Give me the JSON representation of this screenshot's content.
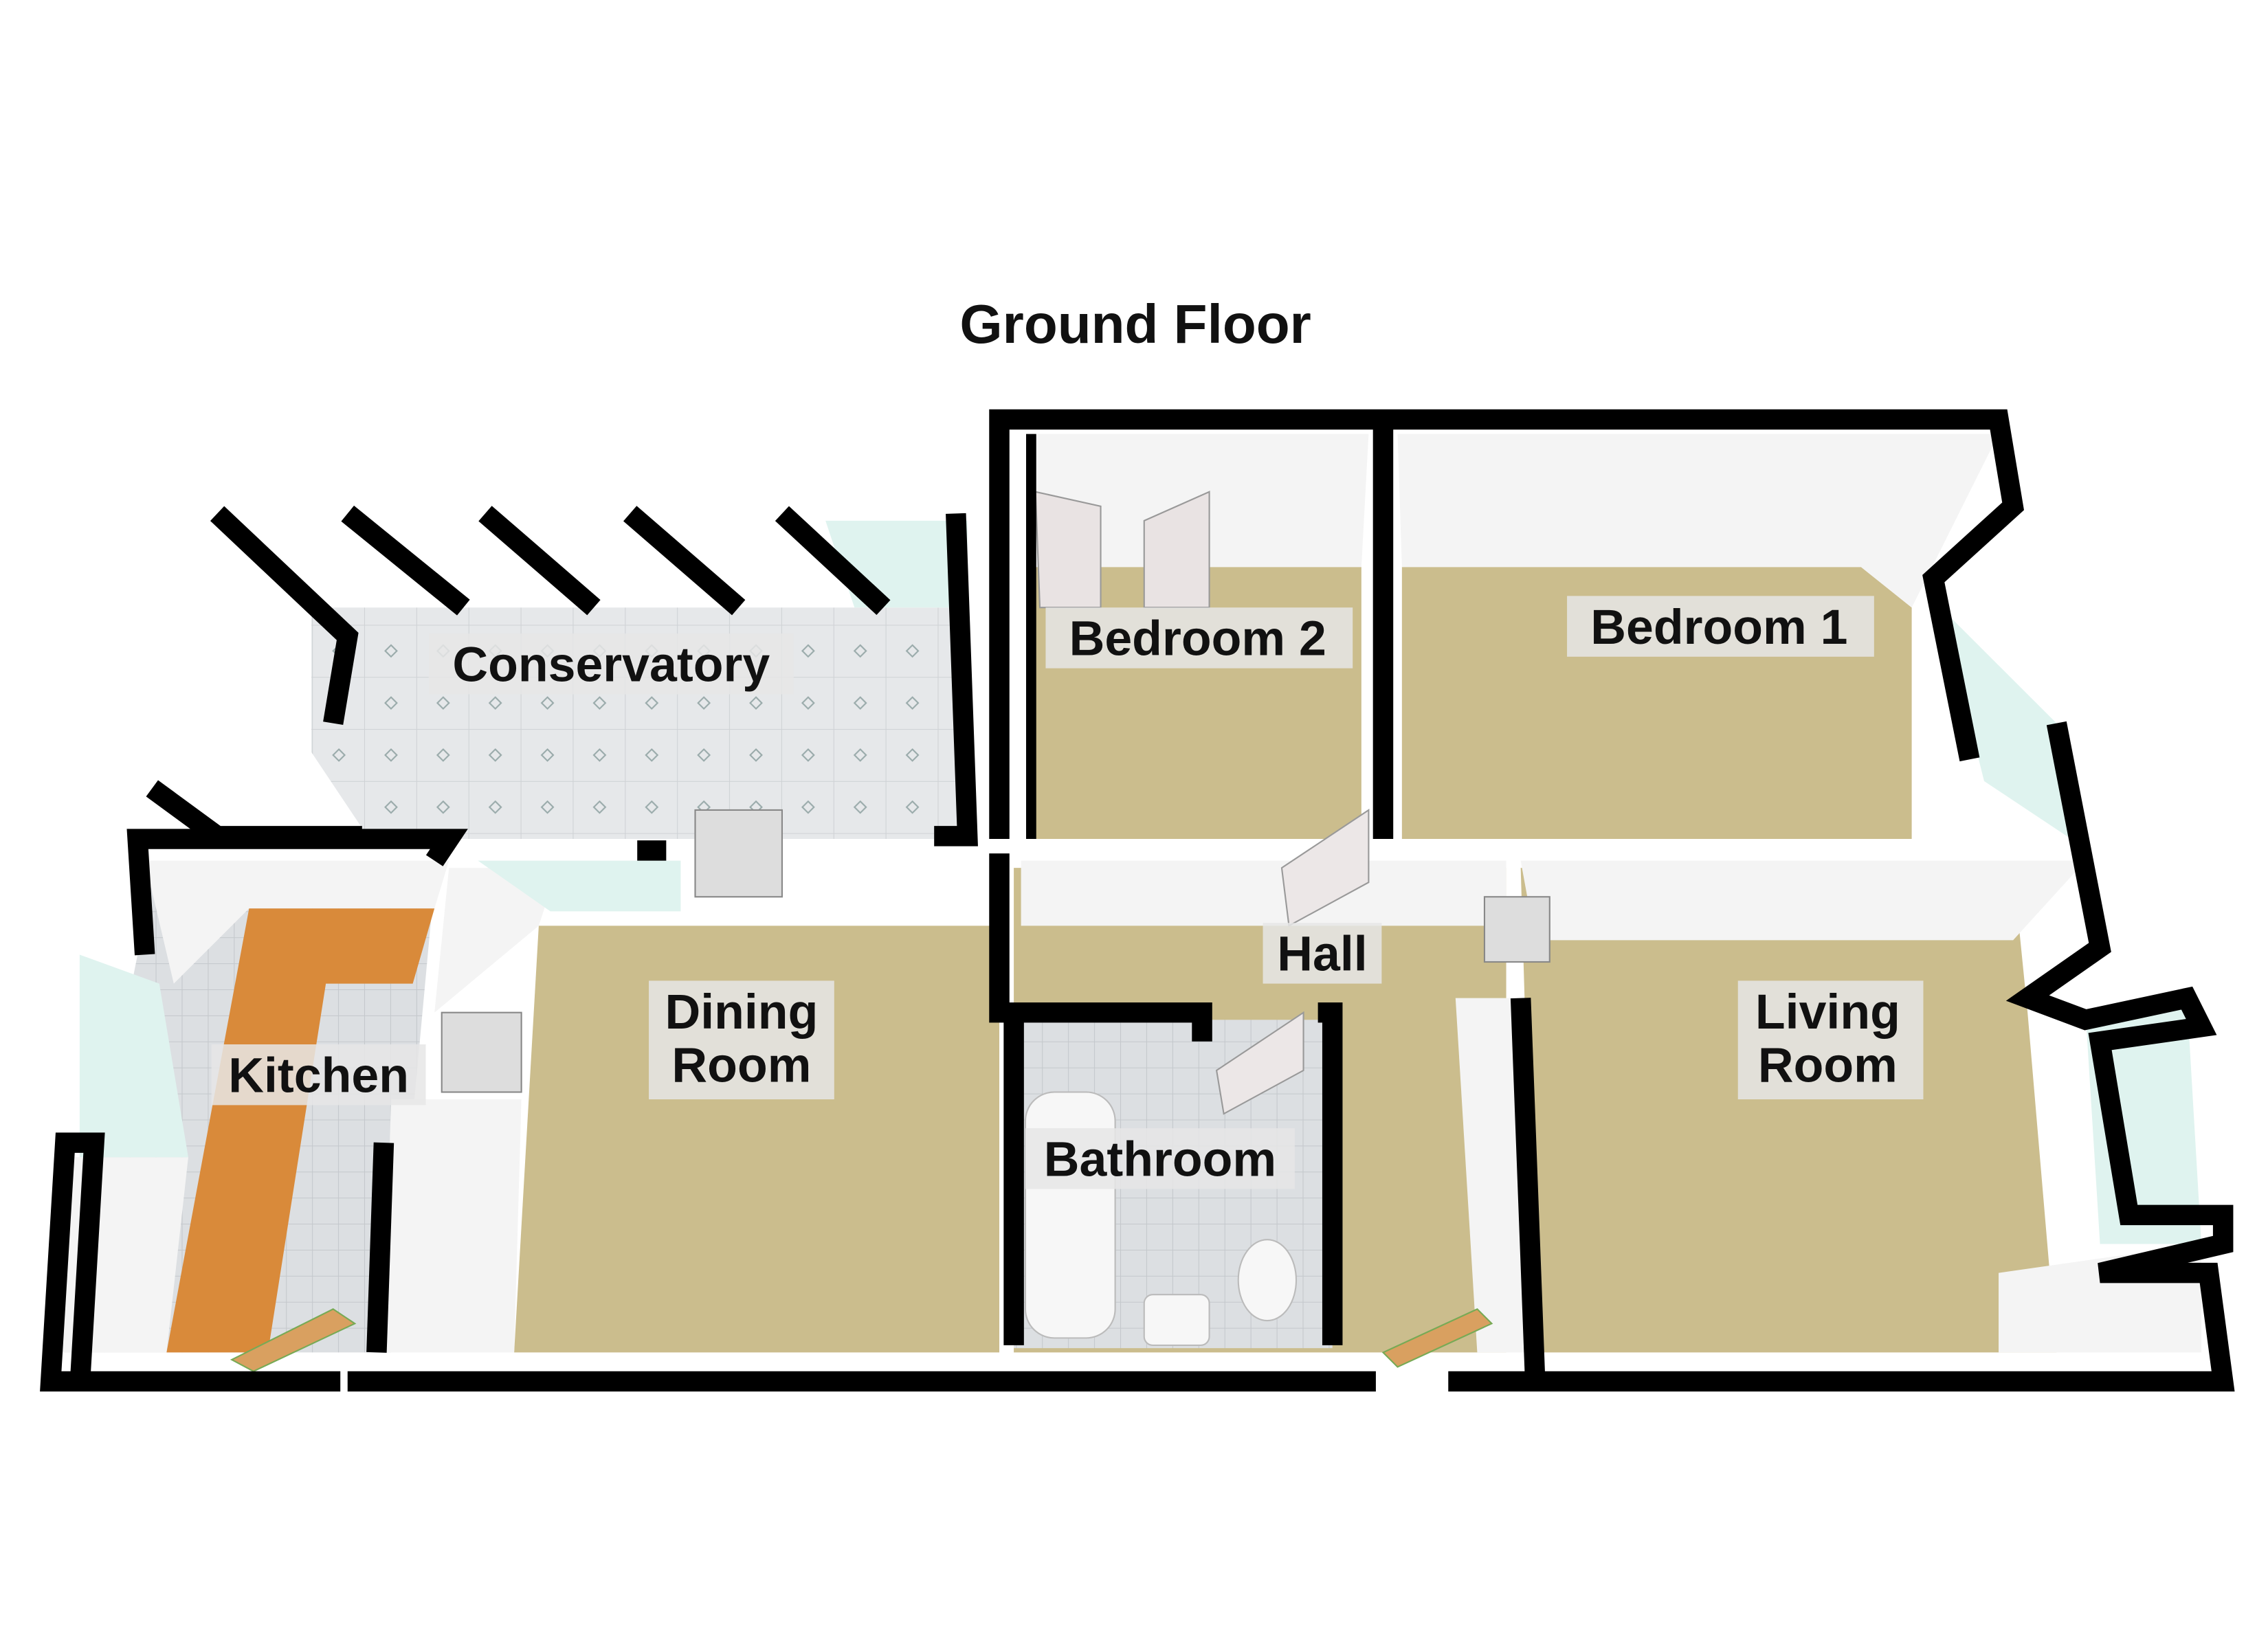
{
  "title": "Ground Floor",
  "rooms": [
    {
      "id": "conservatory",
      "lines": [
        "Conservatory"
      ]
    },
    {
      "id": "bedroom-2",
      "lines": [
        "Bedroom 2"
      ]
    },
    {
      "id": "bedroom-1",
      "lines": [
        "Bedroom 1"
      ]
    },
    {
      "id": "kitchen",
      "lines": [
        "Kitchen"
      ]
    },
    {
      "id": "dining-room",
      "lines": [
        "Dining",
        "Room"
      ]
    },
    {
      "id": "hall",
      "lines": [
        "Hall"
      ]
    },
    {
      "id": "bathroom",
      "lines": [
        "Bathroom"
      ]
    },
    {
      "id": "living-room",
      "lines": [
        "Living",
        "Room"
      ]
    }
  ],
  "colors": {
    "carpet": "#c9b98a",
    "tile": "#e4e6e8",
    "worktop": "#d98a3a",
    "wall": "#000000"
  }
}
